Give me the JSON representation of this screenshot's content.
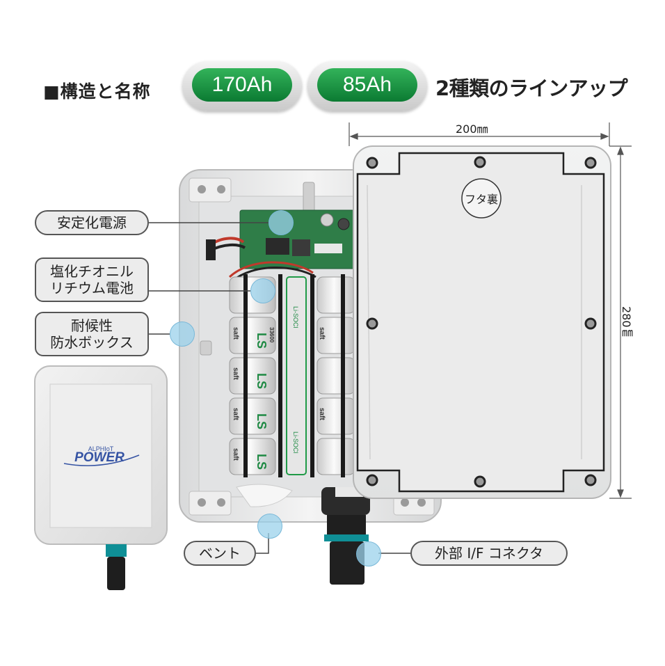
{
  "header": {
    "section_title": "■構造と名称",
    "capacity_options": [
      "170Ah",
      "85Ah"
    ],
    "lineup_text": "2種類のラインアップ"
  },
  "dimensions": {
    "width_label": "200㎜",
    "height_label": "280㎜"
  },
  "lid_label": "フタ裏",
  "callouts": {
    "regulator": "安定化電源",
    "battery_line1": "塩化チオニル",
    "battery_line2": "リチウム電池",
    "box_line1": "耐候性",
    "box_line2": "防水ボックス",
    "vent": "ベント",
    "connector": "外部 I/F コネクタ"
  },
  "logo": {
    "top": "ALPHIoT",
    "main": "POWER"
  },
  "battery_cell": {
    "brand": "saft",
    "model": "LS",
    "size": "33600",
    "pack_label": "Li-SOCl"
  },
  "colors": {
    "pill_green": "#1f9a47",
    "callout_bg": "#ececec",
    "pcb_green": "#2f7d48",
    "bubble": "#9bd2eb",
    "logo_blue": "#3553a3"
  }
}
